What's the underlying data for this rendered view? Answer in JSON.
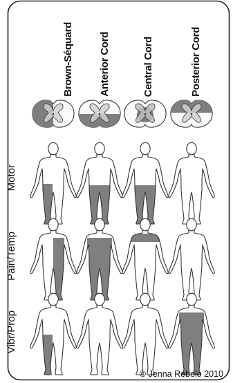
{
  "columns": [
    {
      "label": "Brown-Séquard",
      "cord": "left-hemisection",
      "motor": "left-leg",
      "pain_temp": "right-body",
      "vibr_prop": "left-leg"
    },
    {
      "label": "Anterior Cord",
      "cord": "anterior",
      "motor": "both-legs",
      "pain_temp": "trunk-and-legs",
      "vibr_prop": "none"
    },
    {
      "label": "Central Cord",
      "cord": "central",
      "motor": "both-legs",
      "pain_temp": "cape",
      "vibr_prop": "none"
    },
    {
      "label": "Posterior Cord",
      "cord": "posterior",
      "motor": "none",
      "pain_temp": "none",
      "vibr_prop": "trunk-and-legs"
    }
  ],
  "rows": [
    {
      "label": "Motor"
    },
    {
      "label": "Pain/Temp"
    },
    {
      "label": "Vibr/Prop"
    }
  ],
  "copyright": "© Jenna Rebelo 2010",
  "colors": {
    "lesion": "#7f7f7f",
    "outline": "#333333",
    "light_gray": "#e6e6e6",
    "border": "#222222"
  }
}
